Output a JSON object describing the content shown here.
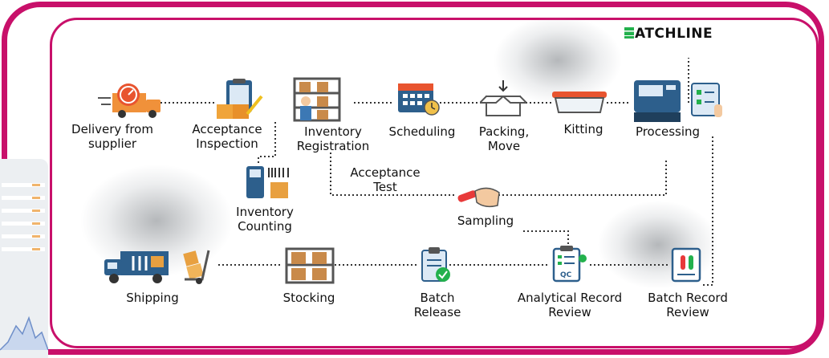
{
  "logo": {
    "text": "ATCHLINE",
    "color": "#23b14d"
  },
  "nodes": {
    "delivery": "Delivery from supplier",
    "acceptance_inspection": "Acceptance Inspection",
    "inventory_registration": "Inventory Registration",
    "scheduling": "Scheduling",
    "packing_move": "Packing, Move",
    "kitting": "Kitting",
    "processing": "Processing",
    "acceptance_test": "Acceptance Test",
    "sampling": "Sampling",
    "inventory_counting": "Inventory Counting",
    "shipping": "Shipping",
    "stocking": "Stocking",
    "batch_release": "Batch Release",
    "analytical_record_review": "Analytical Record Review",
    "batch_record_review": "Batch Record Review"
  },
  "icons": {
    "qc_badge": "QC"
  },
  "colors": {
    "border": "#c8106a",
    "accent_orange": "#f0913a",
    "accent_blue": "#2d5f8c",
    "accent_green": "#23b14d"
  }
}
